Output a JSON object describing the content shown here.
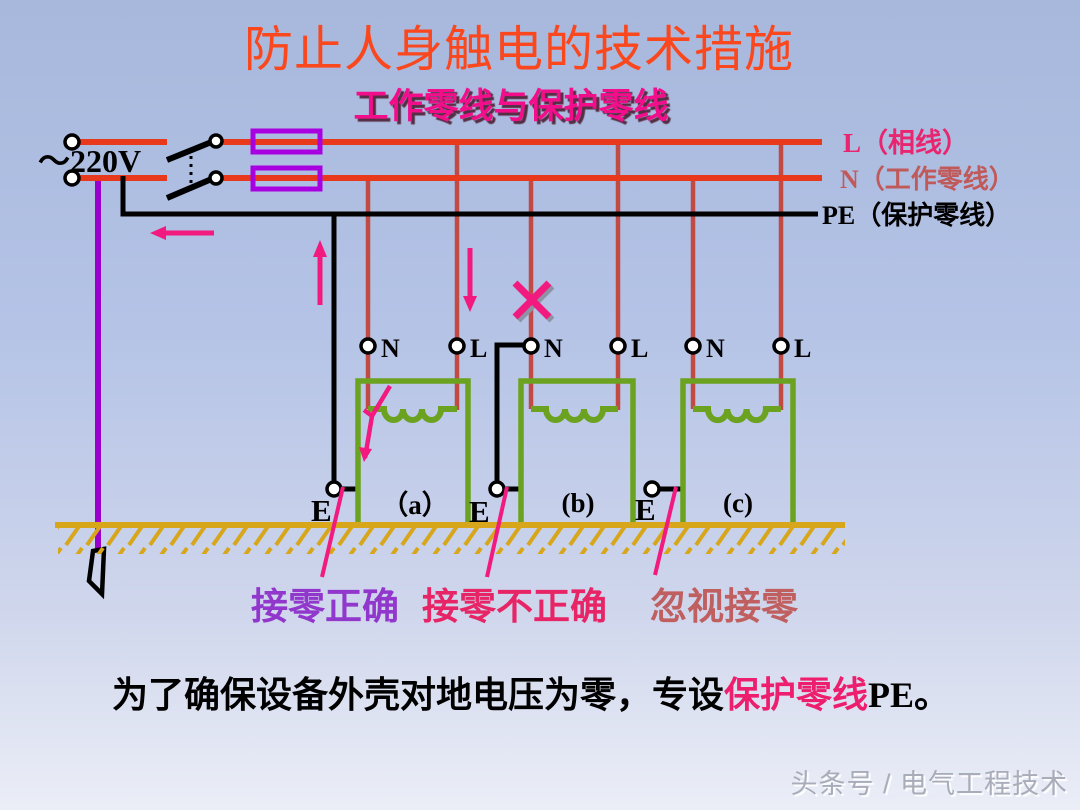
{
  "title": "防止人身触电的技术措施",
  "subtitle": "工作零线与保护零线",
  "source": {
    "voltage": "～220V"
  },
  "lines": {
    "l_label": "L（相线）",
    "n_label": "N（工作零线）",
    "pe_label": "PE（保护零线）"
  },
  "devices": [
    {
      "name": "（a）",
      "n": "N",
      "l": "L",
      "e": "E",
      "caption": "接零正确"
    },
    {
      "name": "(b)",
      "n": "N",
      "l": "L",
      "e": "E",
      "caption": "接零不正确"
    },
    {
      "name": "(c)",
      "n": "N",
      "l": "L",
      "e": "E",
      "caption": "忽视接零"
    }
  ],
  "conclusion": {
    "part1": "为了确保设备外壳对地电压为零，专设",
    "highlight": "保护零线",
    "part2": "PE。"
  },
  "watermark": "头条号 / 电气工程技术",
  "colors": {
    "title": "#fa471d",
    "subtitle": "#f20d8a",
    "phase_neutral_line": "#e8391d",
    "drop_wire": "#c14a44",
    "pe_line": "#000000",
    "working_ground": "#9a00cc",
    "fuse": "#a800e0",
    "appliance_green": "#6ba21f",
    "earth": "#d8a61b",
    "magenta_marks": "#f2197f",
    "caption_correct": "#9137cc",
    "caption_incorrect": "#e72566",
    "caption_ignored": "#c05f5f"
  }
}
